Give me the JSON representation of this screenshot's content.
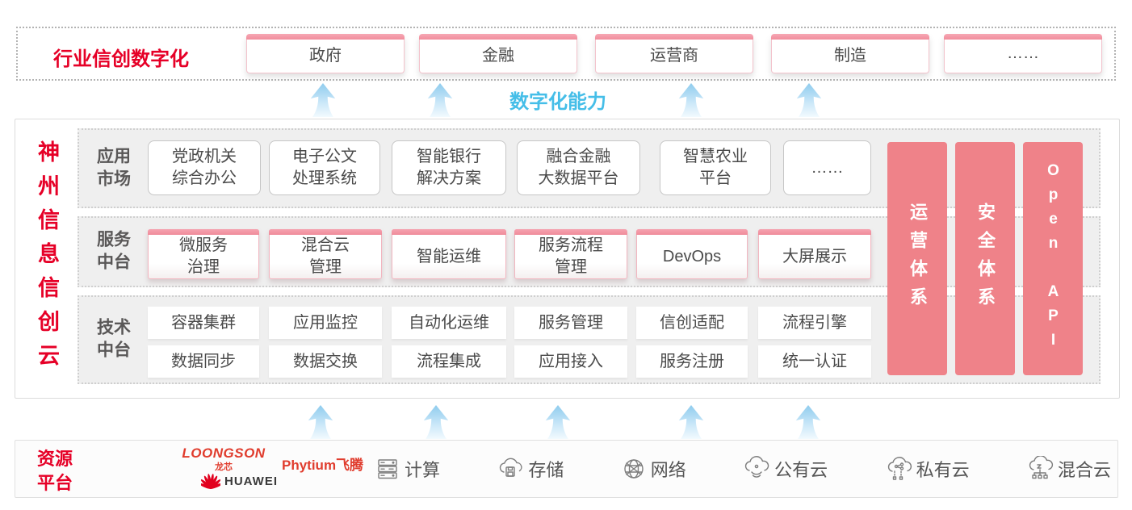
{
  "colors": {
    "brand_red": "#e60027",
    "pillar_pink": "#ef8289",
    "accent_pink": "#f08b9a",
    "capability_blue": "#45bee8",
    "band_gray": "#efefef"
  },
  "top_banner": {
    "title": "行业信创数字化",
    "industries": [
      {
        "label": "政府"
      },
      {
        "label": "金融"
      },
      {
        "label": "运营商"
      },
      {
        "label": "制造"
      },
      {
        "label": "……"
      }
    ]
  },
  "capability_label": "数字化能力",
  "cloud_platform": {
    "vertical_title": "神州信息信创云",
    "app_market": {
      "label_line1": "应用",
      "label_line2": "市场",
      "boxes": [
        {
          "line1": "党政机关",
          "line2": "综合办公"
        },
        {
          "line1": "电子公文",
          "line2": "处理系统"
        },
        {
          "line1": "智能银行",
          "line2": "解决方案"
        },
        {
          "line1": "融合金融",
          "line2": "大数据平台"
        },
        {
          "line1": "智慧农业",
          "line2": "平台"
        },
        {
          "line1": "……"
        }
      ]
    },
    "service_platform": {
      "label_line1": "服务",
      "label_line2": "中台",
      "boxes": [
        {
          "line1": "微服务",
          "line2": "治理"
        },
        {
          "line1": "混合云",
          "line2": "管理"
        },
        {
          "line1": "智能运维"
        },
        {
          "line1": "服务流程",
          "line2": "管理"
        },
        {
          "line1": "DevOps"
        },
        {
          "line1": "大屏展示"
        }
      ]
    },
    "tech_platform": {
      "label_line1": "技术",
      "label_line2": "中台",
      "row1": [
        {
          "label": "容器集群"
        },
        {
          "label": "应用监控"
        },
        {
          "label": "自动化运维"
        },
        {
          "label": "服务管理"
        },
        {
          "label": "信创适配"
        },
        {
          "label": "流程引擎"
        }
      ],
      "row2": [
        {
          "label": "数据同步"
        },
        {
          "label": "数据交换"
        },
        {
          "label": "流程集成"
        },
        {
          "label": "应用接入"
        },
        {
          "label": "服务注册"
        },
        {
          "label": "统一认证"
        }
      ]
    },
    "pillars": [
      {
        "label": "运营体系"
      },
      {
        "label": "安全体系"
      },
      {
        "label": "Open API"
      }
    ]
  },
  "resource_platform": {
    "title_line1": "资源",
    "title_line2": "平台",
    "vendors": {
      "loongson_en": "LOONGSON",
      "loongson_cn": "龙芯",
      "phytium": "Phytium飞腾",
      "huawei": "HUAWEI"
    },
    "items": [
      {
        "icon": "server-icon",
        "label": "计算"
      },
      {
        "icon": "storage-cloud-icon",
        "label": "存储"
      },
      {
        "icon": "network-globe-icon",
        "label": "网络"
      },
      {
        "icon": "public-cloud-icon",
        "label": "公有云"
      },
      {
        "icon": "private-cloud-icon",
        "label": "私有云"
      },
      {
        "icon": "hybrid-cloud-icon",
        "label": "混合云"
      }
    ]
  }
}
